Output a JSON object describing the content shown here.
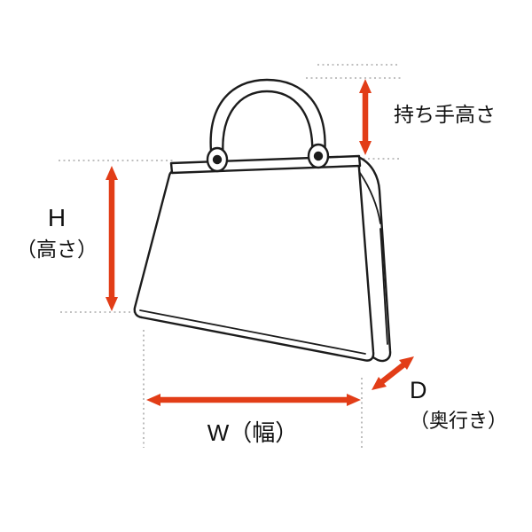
{
  "diagram": {
    "labels": {
      "handle_height": "持ち手高さ",
      "height_letter": "H",
      "height_name": "（高さ）",
      "width": "W（幅）",
      "depth_letter": "D",
      "depth_name": "（奥行き）"
    },
    "colors": {
      "arrow": "#e23d17",
      "outline": "#1c1c1c",
      "guide": "#9a9a9a",
      "background": "#ffffff"
    }
  }
}
